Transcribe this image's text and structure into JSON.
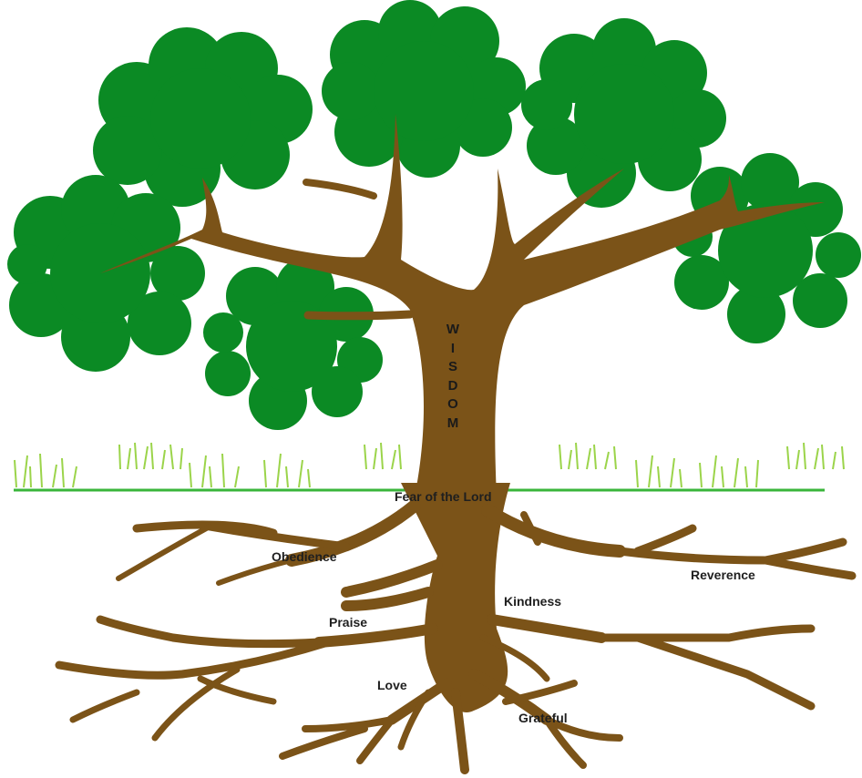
{
  "trunk": {
    "title": "WISDOM"
  },
  "root_base": {
    "label": "Fear of the Lord"
  },
  "roots": {
    "obedience": "Obedience",
    "reverence": "Reverence",
    "kindness": "Kindness",
    "praise": "Praise",
    "love": "Love",
    "grateful": "Grateful"
  },
  "colors": {
    "foliage": "#0b8a24",
    "bark": "#7b5318",
    "ground": "#39b53a",
    "grass": "#9bd44a",
    "text": "#1f1f1f"
  }
}
